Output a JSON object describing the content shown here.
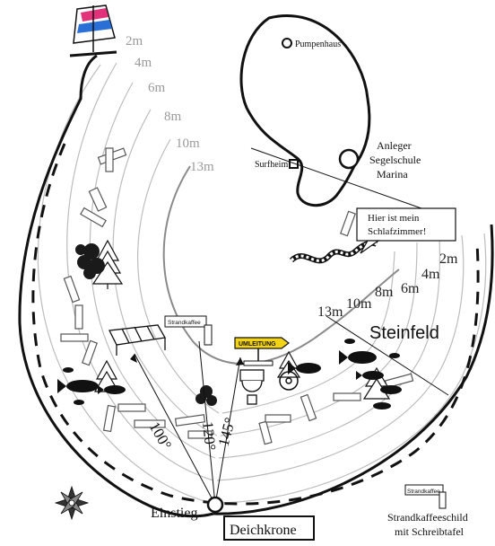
{
  "map": {
    "depth_labels_left": [
      "2m",
      "4m",
      "6m",
      "8m",
      "10m",
      "13m"
    ],
    "depth_labels_right": [
      "2m",
      "4m",
      "6m",
      "8m",
      "10m",
      "13m"
    ],
    "places": {
      "pumpenhaus": "Pumpenhaus",
      "surfheim": "Surfheim",
      "anleger": "Anleger",
      "segelschule": "Segelschule",
      "marina": "Marina",
      "steinfeld": "Steinfeld",
      "einstieg": "Einstieg",
      "deichkrone": "Deichkrone"
    },
    "speech_bubble": {
      "line1": "Hier ist mein",
      "line2": "Schlafzimmer!"
    },
    "umleitung_sign": "UMLEITUNG",
    "strandkaffee_sign": "Strandkaffee",
    "bearings": [
      "100°",
      "120°",
      "145°"
    ],
    "legend": {
      "sign_label": "Strandkaffee",
      "caption_line1": "Strandkaffeeschild",
      "caption_line2": "mit Schreibtafel"
    },
    "colors": {
      "sail_pink": "#e2337a",
      "sail_blue": "#2a6fd6",
      "sign_yellow": "#f3d316",
      "depth_grey": "#9a9a9a"
    }
  }
}
